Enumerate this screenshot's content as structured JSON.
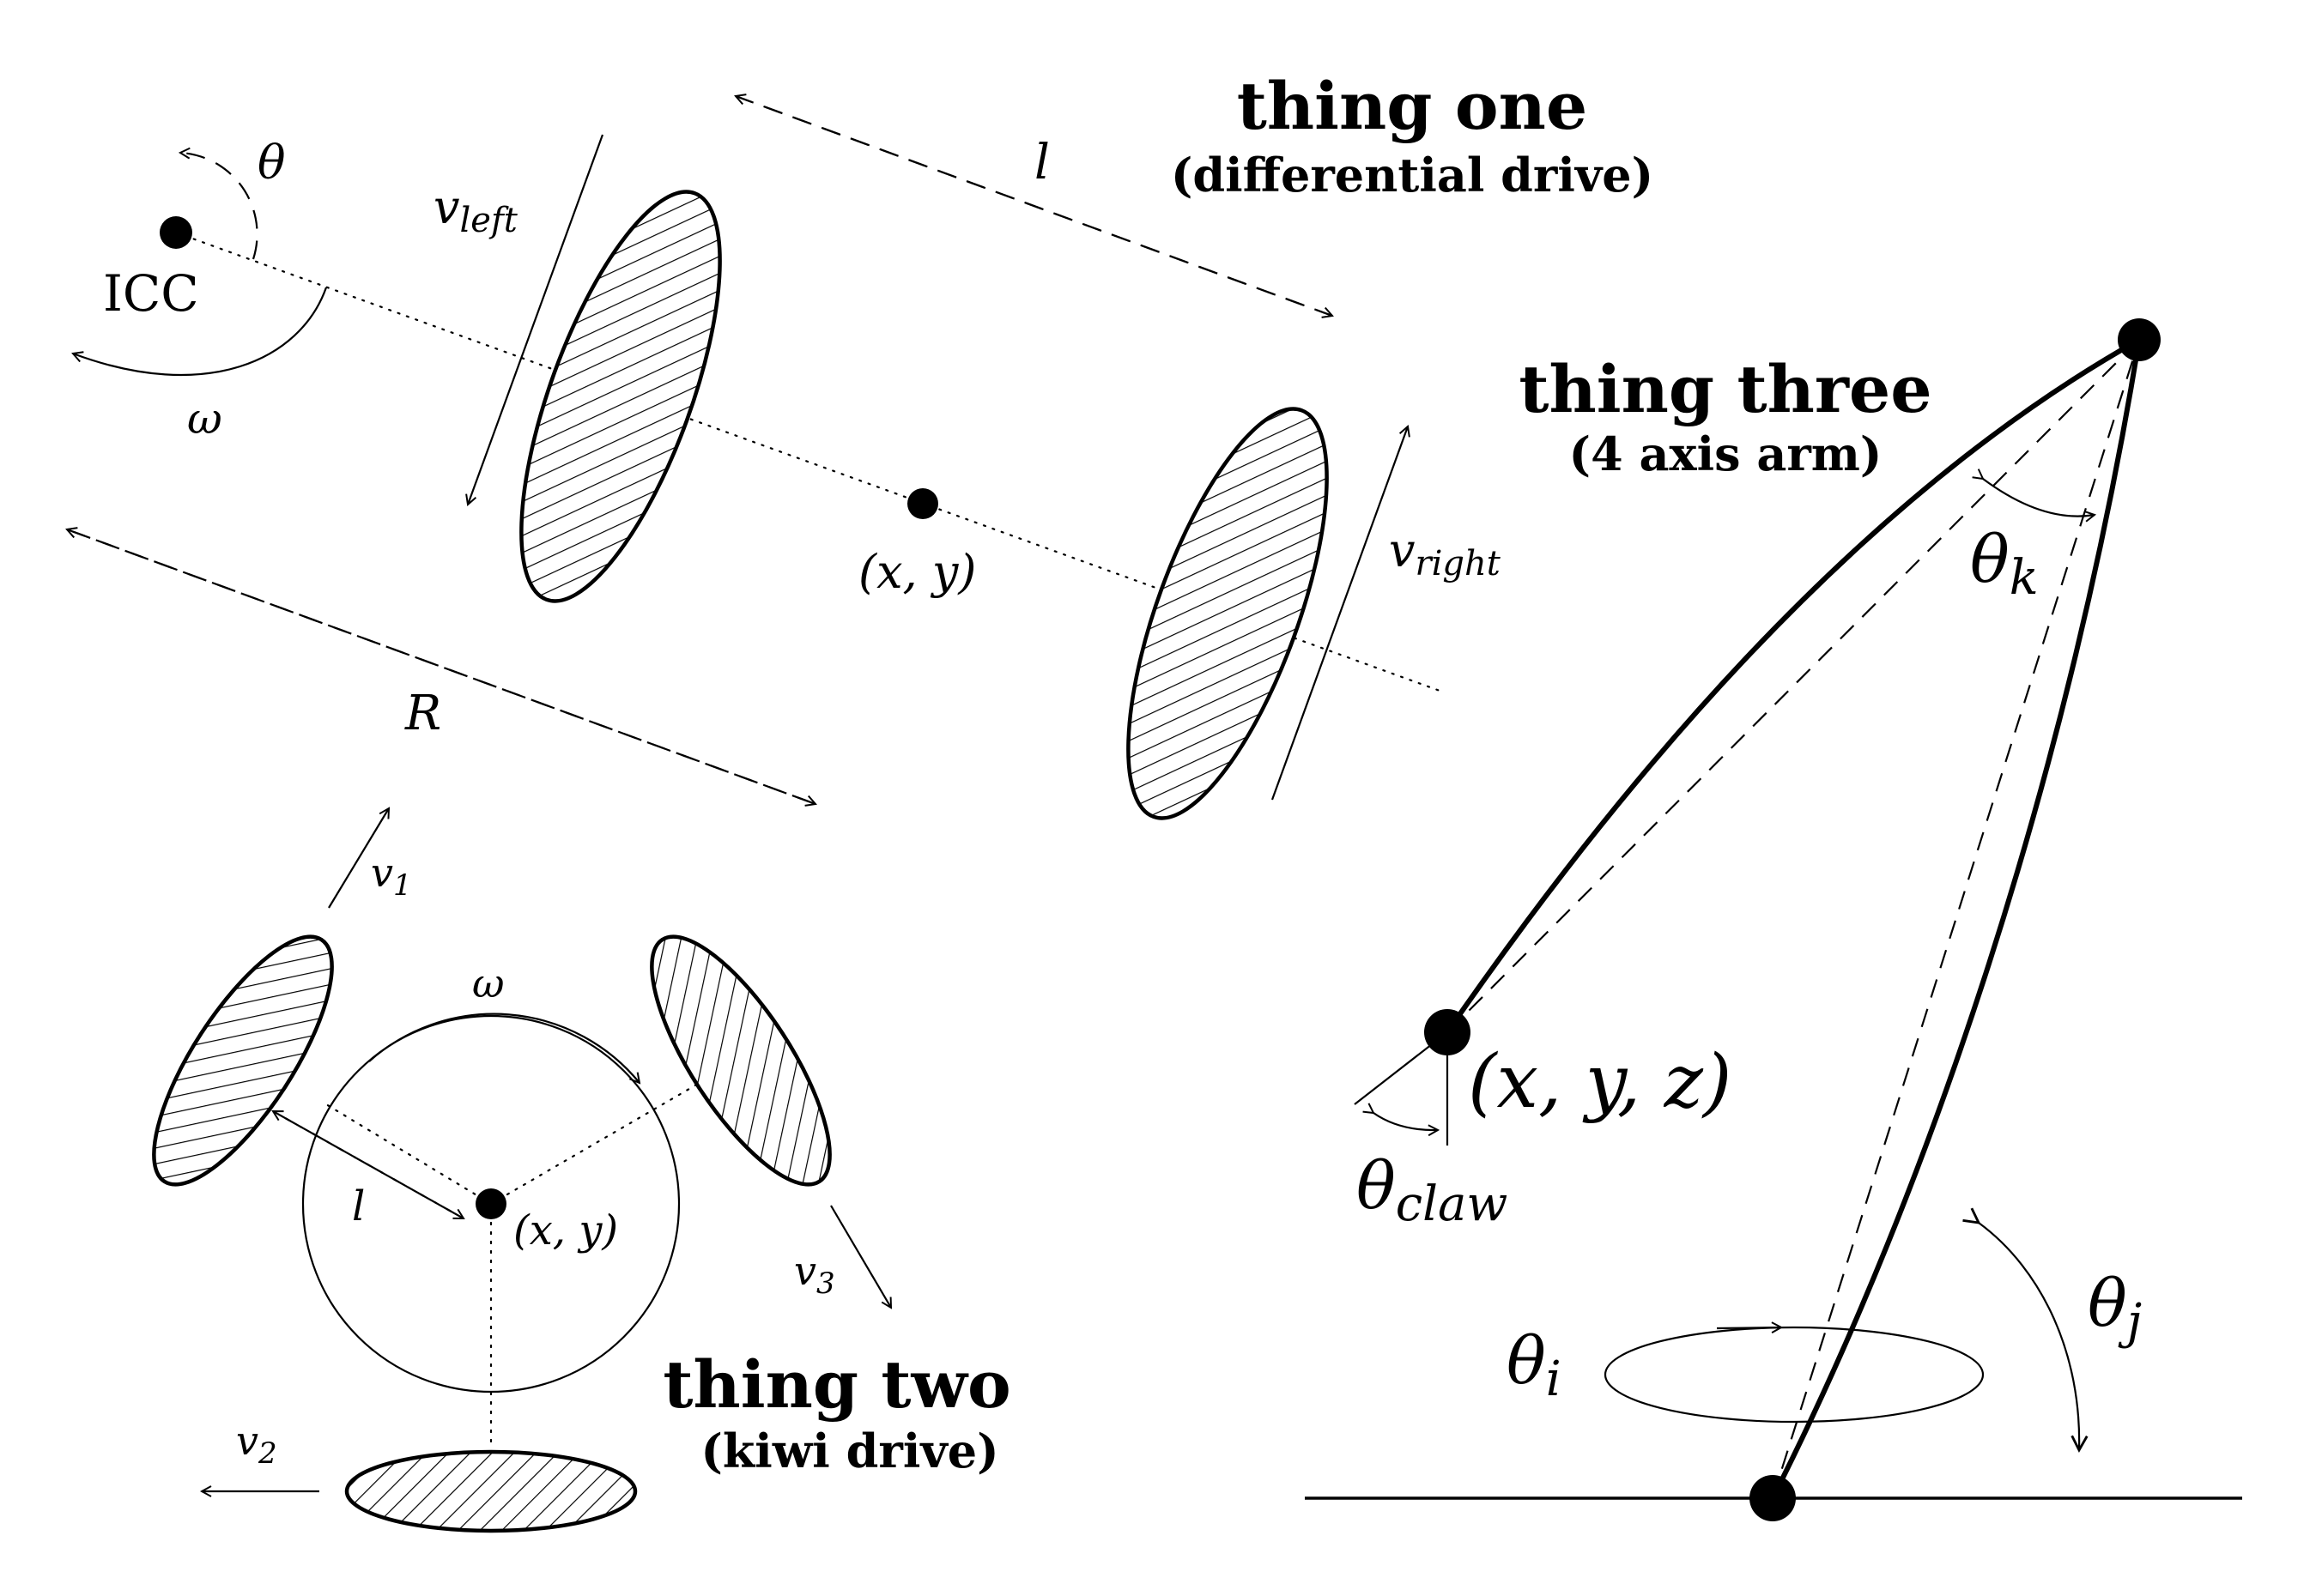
{
  "thing_one": {
    "title": "thing one",
    "subtitle": "(differential drive)",
    "labels": {
      "theta": "θ",
      "icc": "ICC",
      "omega": "ω",
      "v_left_main": "v",
      "v_left_sub": "left",
      "l": "l",
      "xy": "(x, y)",
      "v_right_main": "v",
      "v_right_sub": "right",
      "R": "R"
    }
  },
  "thing_two": {
    "title": "thing two",
    "subtitle": "(kiwi drive)",
    "labels": {
      "v1_main": "v",
      "v1_sub": "1",
      "omega": "ω",
      "l": "l",
      "xy": "(x, y)",
      "v3_main": "v",
      "v3_sub": "3",
      "v2_main": "v",
      "v2_sub": "2"
    }
  },
  "thing_three": {
    "title": "thing three",
    "subtitle": "(4 axis arm)",
    "labels": {
      "theta_k_main": "θ",
      "theta_k_sub": "k",
      "xyz": "(x, y, z)",
      "theta_claw_main": "θ",
      "theta_claw_sub": "claw",
      "theta_i_main": "θ",
      "theta_i_sub": "i",
      "theta_j_main": "θ",
      "theta_j_sub": "j"
    }
  }
}
